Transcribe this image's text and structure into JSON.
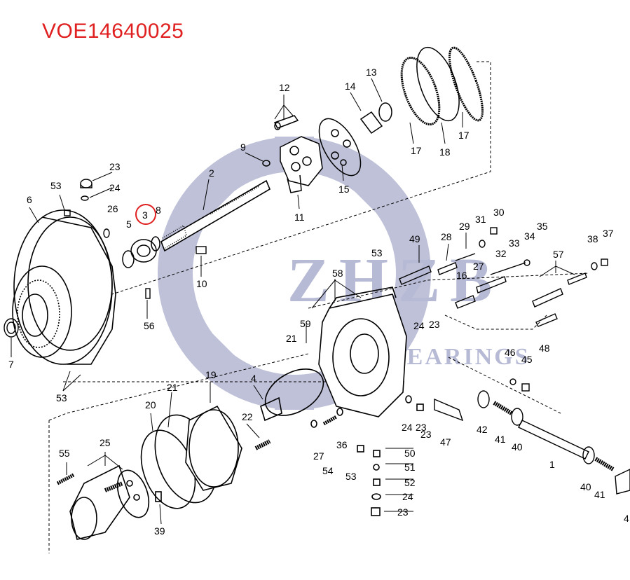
{
  "title": "VOE14640025",
  "watermark": {
    "main": "ZHZB",
    "sub": "BEARINGS",
    "color": "#9fa3c6"
  },
  "highlight": {
    "callout": "3",
    "color": "#e02020"
  },
  "callouts": [
    "1",
    "2",
    "3",
    "4",
    "4",
    "5",
    "6",
    "7",
    "8",
    "9",
    "10",
    "11",
    "12",
    "13",
    "14",
    "15",
    "16",
    "17",
    "17",
    "18",
    "19",
    "20",
    "21",
    "21",
    "22",
    "23",
    "23",
    "23",
    "23",
    "23",
    "24",
    "24",
    "24",
    "24",
    "25",
    "26",
    "27",
    "27",
    "28",
    "29",
    "30",
    "31",
    "32",
    "33",
    "34",
    "35",
    "36",
    "37",
    "38",
    "39",
    "40",
    "40",
    "41",
    "41",
    "42",
    "45",
    "46",
    "47",
    "48",
    "49",
    "50",
    "51",
    "52",
    "53",
    "53",
    "53",
    "53",
    "54",
    "55",
    "56",
    "57",
    "58",
    "59"
  ]
}
